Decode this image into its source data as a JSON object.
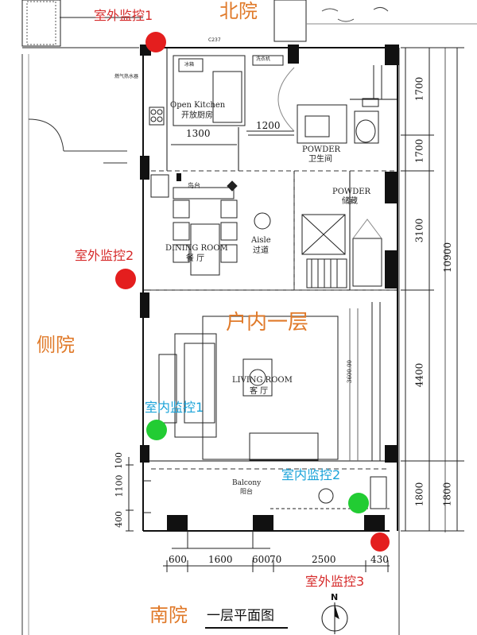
{
  "yards": {
    "north": "北院",
    "side": "侧院",
    "south": "南院"
  },
  "floor_title": "一层平面图",
  "interior_label": "户内一层",
  "north_symbol": "N",
  "rooms": {
    "open_kitchen_en": "Open Kitchen",
    "open_kitchen_zh": "开放厨房",
    "powder1_en": "POWDER",
    "powder1_zh": "卫生间",
    "powder2_en": "POWDER",
    "powder2_zh": "储藏",
    "dining_en": "DINING ROOM",
    "dining_zh": "餐 厅",
    "aisle_en": "Aisle",
    "aisle_zh": "过道",
    "island_zh": "岛台",
    "living_en": "LIVING ROOM",
    "living_zh": "客 厅",
    "balcony_en": "Balcony",
    "balcony_zh": "阳台",
    "gas_meter": "燃气热水器",
    "small1": "C237",
    "small2": "冰箱",
    "small3": "洗衣机"
  },
  "cameras": {
    "outdoor1": "室外监控1",
    "outdoor2": "室外监控2",
    "outdoor3": "室外监控3",
    "indoor1": "室内监控1",
    "indoor2": "室内监控2"
  },
  "camera_colors": {
    "outdoor": "#e41e1e",
    "indoor": "#22cc33",
    "outdoor_label": "#d62b2b",
    "indoor_label": "#1aa3d9"
  },
  "dimensions": {
    "right": [
      "1700",
      "1700",
      "3100",
      "4400",
      "1800",
      "1800"
    ],
    "total": "10900",
    "left": [
      "100",
      "1100",
      "400"
    ],
    "kitchen_width": "1300",
    "hall_width": "1200",
    "bottom": [
      "600",
      "1600",
      "600",
      "70",
      "2500",
      "430"
    ],
    "living_small": "3600.00"
  }
}
